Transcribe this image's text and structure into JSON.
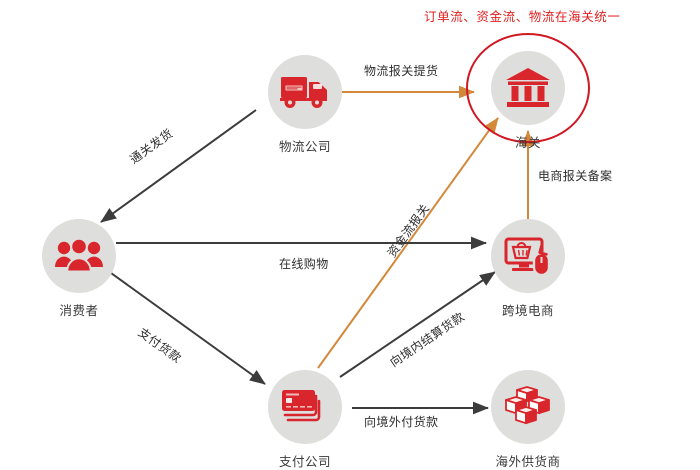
{
  "title": {
    "text": "订单流、资金流、物流在海关统一",
    "color": "#e02020"
  },
  "palette": {
    "brand_red": "#d8262c",
    "node_disc": "#dededc",
    "arrow_dark": "#3c3c3c",
    "arrow_orange": "#d4893a",
    "highlight_ring": "#cf1822"
  },
  "nodes": [
    {
      "id": "logistics",
      "label": "物流公司",
      "icon": "truck-icon"
    },
    {
      "id": "customs",
      "label": "海关",
      "icon": "bank-customs-icon"
    },
    {
      "id": "consumer",
      "label": "消费者",
      "icon": "people-group-icon"
    },
    {
      "id": "ecommerce",
      "label": "跨境电商",
      "icon": "monitor-cart-mouse-icon"
    },
    {
      "id": "payment",
      "label": "支付公司",
      "icon": "credit-cards-icon"
    },
    {
      "id": "supplier",
      "label": "海外供货商",
      "icon": "parcel-boxes-icon"
    }
  ],
  "edges": [
    {
      "id": "logistics-to-customs",
      "label": "物流报关提货",
      "color": "orange"
    },
    {
      "id": "logistics-to-consumer",
      "label": "通关发货",
      "color": "dark"
    },
    {
      "id": "customs-to-ecommerce",
      "label": "电商报关备案",
      "color": "orange"
    },
    {
      "id": "payment-to-customs",
      "label": "资金流报关",
      "color": "orange"
    },
    {
      "id": "consumer-to-ecommerce",
      "label": "在线购物",
      "color": "dark"
    },
    {
      "id": "consumer-to-payment",
      "label": "支付货款",
      "color": "dark"
    },
    {
      "id": "payment-to-ecommerce",
      "label": "向境内结算货款",
      "color": "dark"
    },
    {
      "id": "payment-to-supplier",
      "label": "向境外付货款",
      "color": "dark"
    }
  ]
}
